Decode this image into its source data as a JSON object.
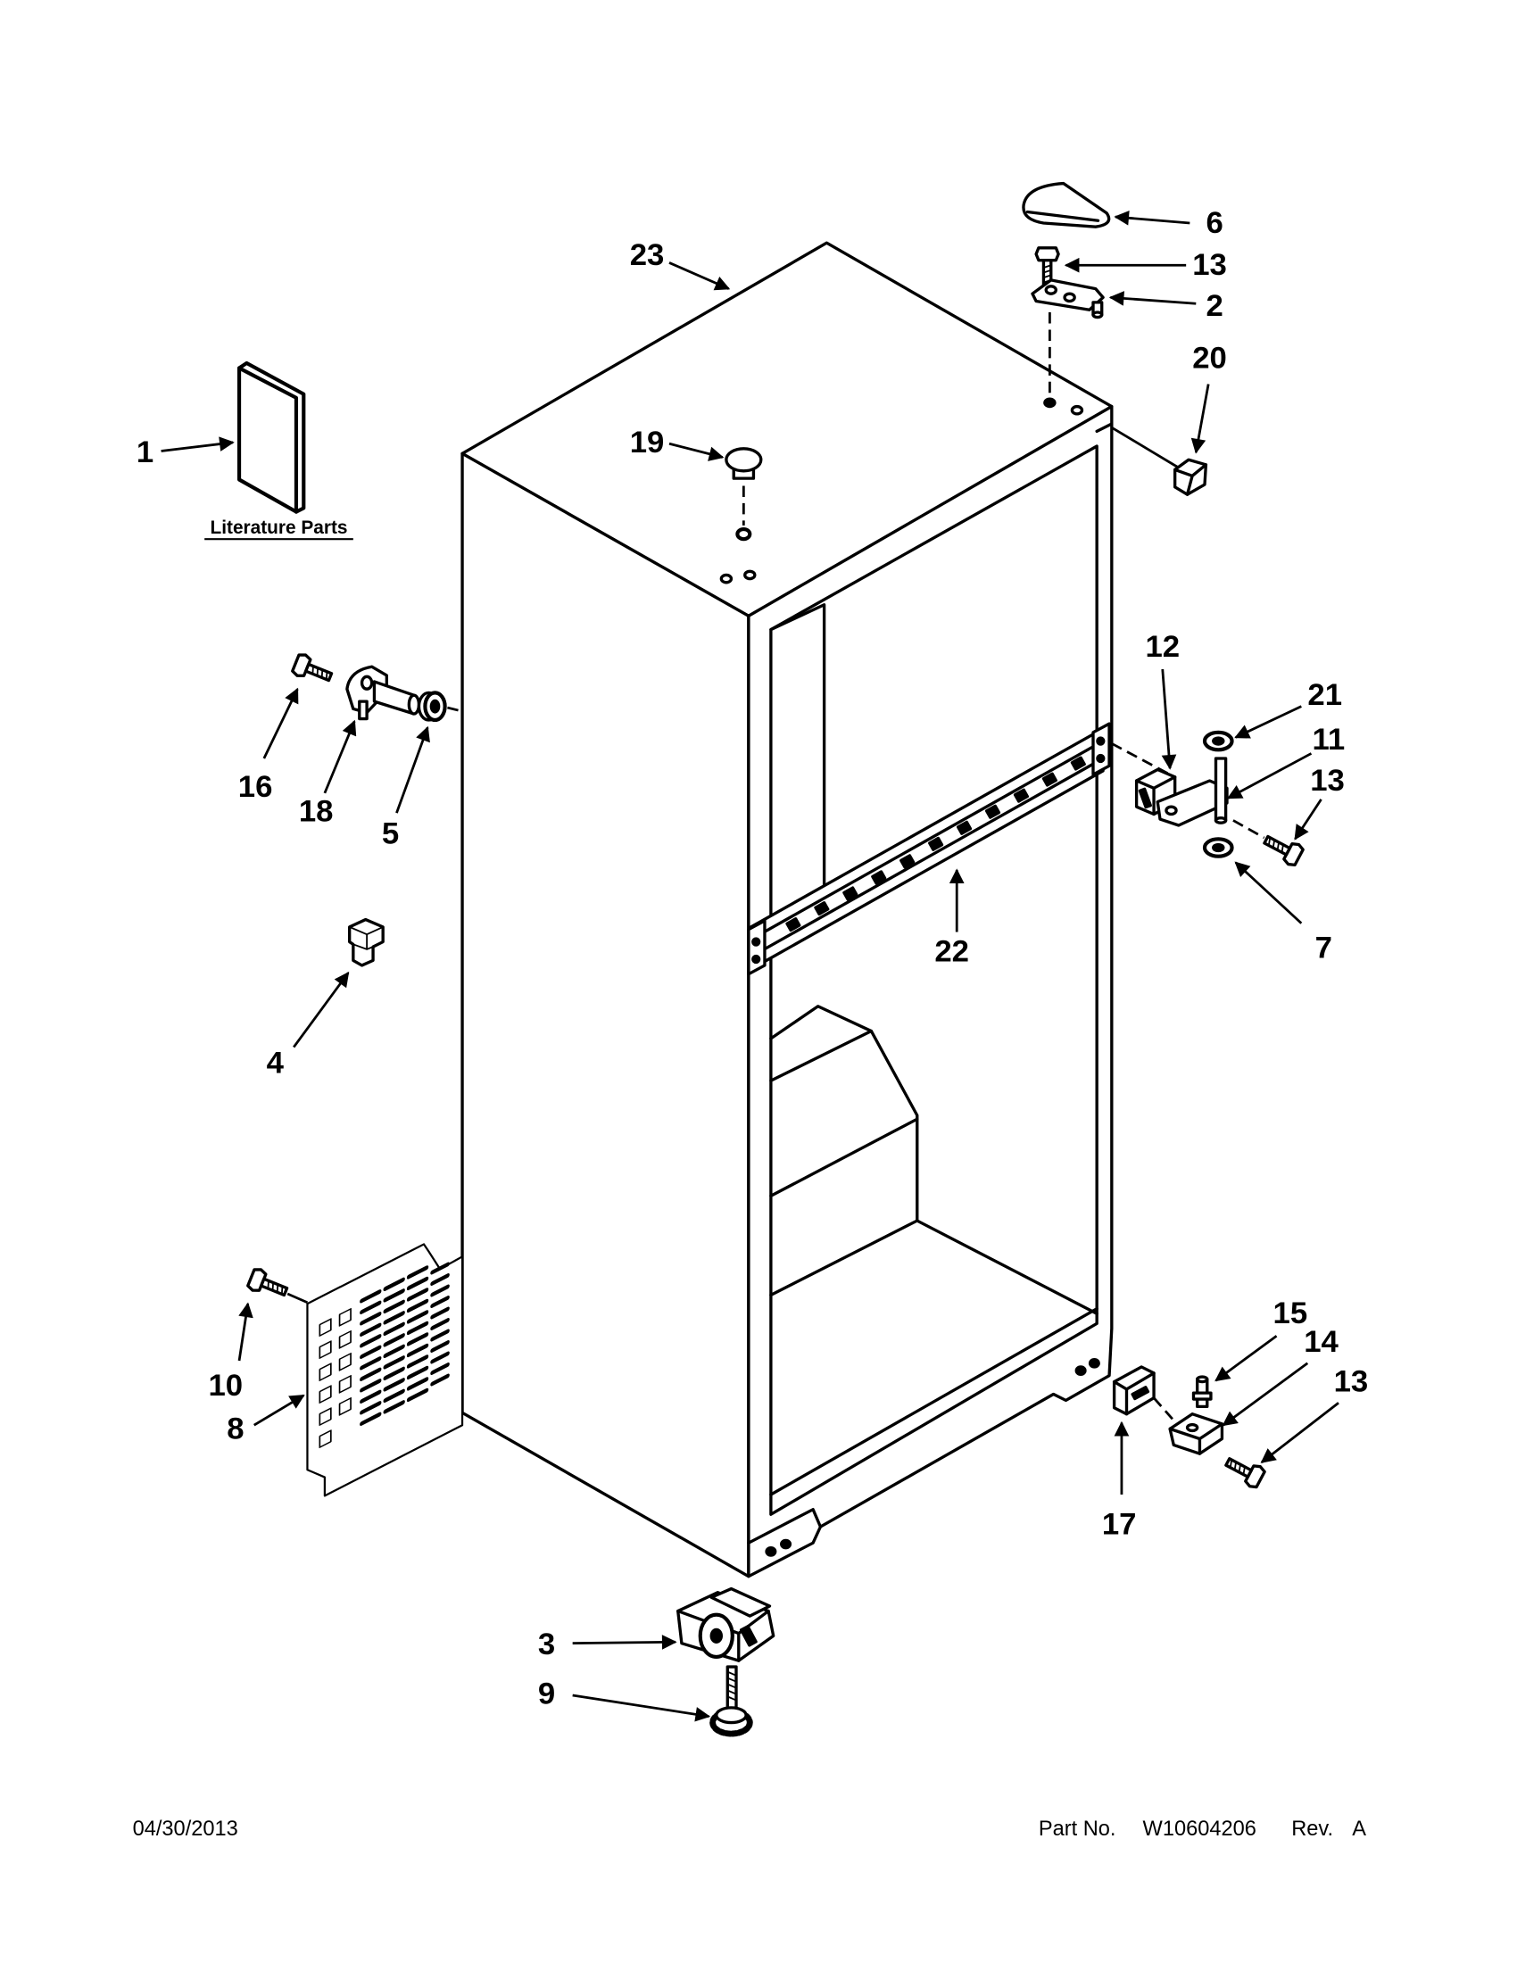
{
  "callouts": {
    "c1": "1",
    "c2": "2",
    "c3": "3",
    "c4": "4",
    "c5": "5",
    "c6": "6",
    "c7": "7",
    "c8": "8",
    "c9": "9",
    "c10": "10",
    "c11": "11",
    "c12": "12",
    "c13_top": "13",
    "c13_mid": "13",
    "c13_bottom": "13",
    "c14": "14",
    "c15": "15",
    "c16": "16",
    "c17": "17",
    "c18": "18",
    "c19": "19",
    "c20": "20",
    "c21": "21",
    "c22": "22",
    "c23": "23"
  },
  "literature_label": "Literature Parts",
  "footer": {
    "date": "04/30/2013",
    "part_label": "Part No.",
    "part_number": "W10604206",
    "rev_label": "Rev.",
    "rev_value": "A"
  },
  "colors": {
    "line": "#000000",
    "background": "#ffffff"
  }
}
